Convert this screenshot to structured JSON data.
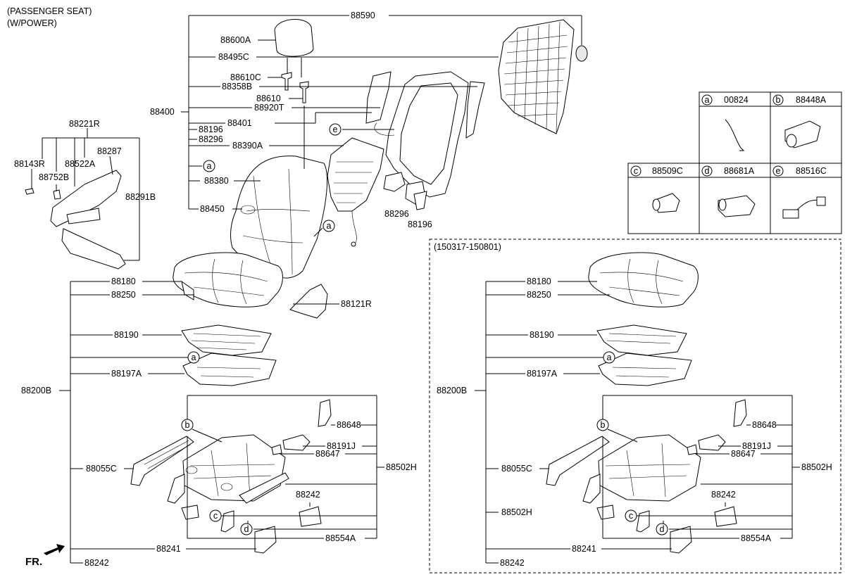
{
  "header": {
    "line1": "(PASSENGER SEAT)",
    "line2": "(W/POWER)"
  },
  "front_marker": "FR.",
  "labels": {
    "p88590": "88590",
    "p88600A": "88600A",
    "p88495C": "88495C",
    "p88610C": "88610C",
    "p88358B": "88358B",
    "p88610": "88610",
    "p88920T": "88920T",
    "p88400": "88400",
    "p88401": "88401",
    "p88196a": "88196",
    "p88296a": "88296",
    "p88390A": "88390A",
    "p88380": "88380",
    "p88450": "88450",
    "p88296b": "88296",
    "p88196b": "88196",
    "p88221R": "88221R",
    "p88143R": "88143R",
    "p88287": "88287",
    "p88522A": "88522A",
    "p88752B": "88752B",
    "p88291B": "88291B",
    "p88121R": "88121R",
    "p88180": "88180",
    "p88250": "88250",
    "p88190": "88190",
    "p88197A": "88197A",
    "p88200B": "88200B",
    "p88648": "88648",
    "p88191J": "88191J",
    "p88647": "88647",
    "p88055C": "88055C",
    "p88502H": "88502H",
    "p88242a": "88242",
    "p88554A": "88554A",
    "p88241": "88241",
    "p88242b": "88242"
  },
  "callouts": {
    "a": "a",
    "b": "b",
    "c": "c",
    "d": "d",
    "e": "e"
  },
  "legend": {
    "cells": [
      {
        "letter": "a",
        "part": "00824"
      },
      {
        "letter": "b",
        "part": "88448A"
      },
      {
        "letter": "c",
        "part": "88509C"
      },
      {
        "letter": "d",
        "part": "88681A"
      },
      {
        "letter": "e",
        "part": "88516C"
      }
    ]
  },
  "variant": {
    "range": "(150317-150801)",
    "labels": {
      "p88180": "88180",
      "p88250": "88250",
      "p88190": "88190",
      "p88197A": "88197A",
      "p88200B": "88200B",
      "p88648": "88648",
      "p88191J": "88191J",
      "p88647": "88647",
      "p88055C": "88055C",
      "p88502H_right": "88502H",
      "p88502H_left": "88502H",
      "p88242a": "88242",
      "p88554A": "88554A",
      "p88241": "88241",
      "p88242b": "88242"
    }
  }
}
